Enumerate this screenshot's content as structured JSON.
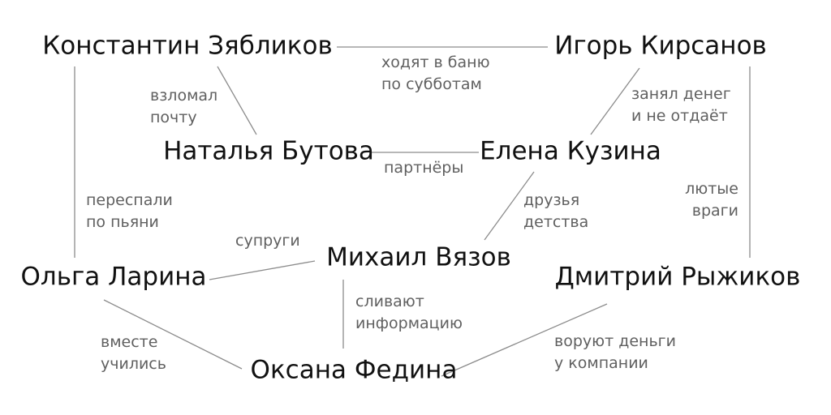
{
  "people": {
    "zyablikov": "Константин Зябликов",
    "kirsanov": "Игорь Кирсанов",
    "butova": "Наталья Бутова",
    "kuzina": "Елена Кузина",
    "vyazov": "Михаил Вязов",
    "larina": "Ольга Ларина",
    "ryzhikov": "Дмитрий Рыжиков",
    "fedina": "Оксана Федина"
  },
  "relations": {
    "zyablikov_kirsanov": [
      "ходят в баню",
      "по субботам"
    ],
    "zyablikov_butova": [
      "взломал",
      "почту"
    ],
    "kirsanov_kuzina": [
      "занял денег",
      "и не отдаёт"
    ],
    "butova_kuzina": [
      "партнёры"
    ],
    "zyablikov_larina": [
      "переспали",
      "по пьяни"
    ],
    "kuzina_vyazov": [
      "друзья",
      "детства"
    ],
    "kirsanov_ryzhikov": [
      "лютые",
      "враги"
    ],
    "larina_vyazov": [
      "супруги"
    ],
    "vyazov_fedina": [
      "сливают",
      "информацию"
    ],
    "larina_fedina": [
      "вместе",
      "учились"
    ],
    "ryzhikov_fedina": [
      "воруют деньги",
      "у компании"
    ]
  },
  "colors": {
    "node_text": "#111111",
    "relation_text": "#606060",
    "edge": "#8c8c8c",
    "background": "#ffffff"
  }
}
